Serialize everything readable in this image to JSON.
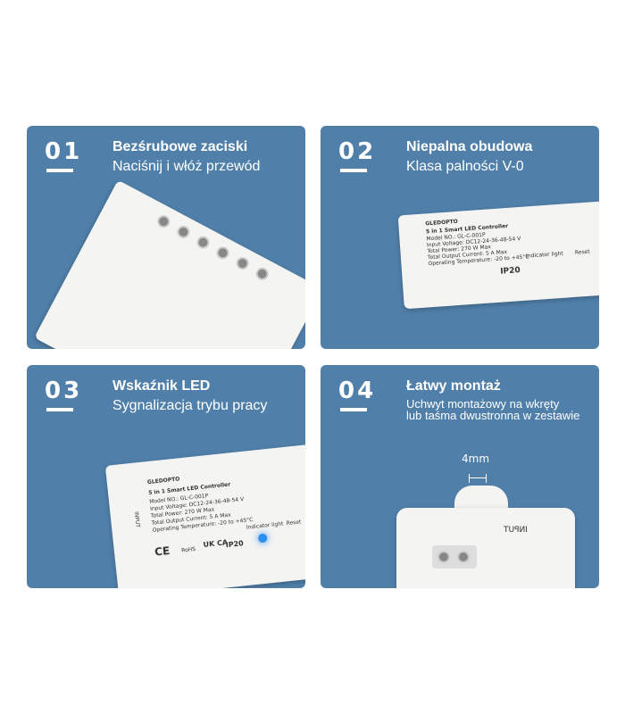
{
  "panels": [
    {
      "number": "01",
      "title": "Bezśrubowe zaciski",
      "subtitle": "Naciśnij i włóż przewód"
    },
    {
      "number": "02",
      "title": "Niepalna obudowa",
      "subtitle": "Klasa palności V-0"
    },
    {
      "number": "03",
      "title": "Wskaźnik LED",
      "subtitle": "Sygnalizacja trybu pracy"
    },
    {
      "number": "04",
      "title": "Łatwy montaż",
      "subtitle_line1": "Uchwyt montażowy na wkręty",
      "subtitle_line2": "lub taśma dwustronna w zestawie",
      "dimension": "4mm"
    }
  ],
  "device": {
    "brand": "GLEDOPTO",
    "name": "5 in 1 Smart LED Controller",
    "model": "Model NO.: GL-C-001P",
    "input": "Input Voltage: DC12-24-36-48-54 V",
    "power": "Total Power: 270 W Max",
    "current": "Total Output Current: 5 A Max",
    "temp": "Operating Temperature: -20 to +45°C",
    "indicator": "Indicator light",
    "reset": "Reset",
    "ip": "IP20",
    "input_label": "INPUT",
    "ce": "CE",
    "ukca": "UK CA",
    "rohs": "RoHS"
  },
  "colors": {
    "panel": "#5080aa",
    "indicator": "#2a8ff0"
  }
}
